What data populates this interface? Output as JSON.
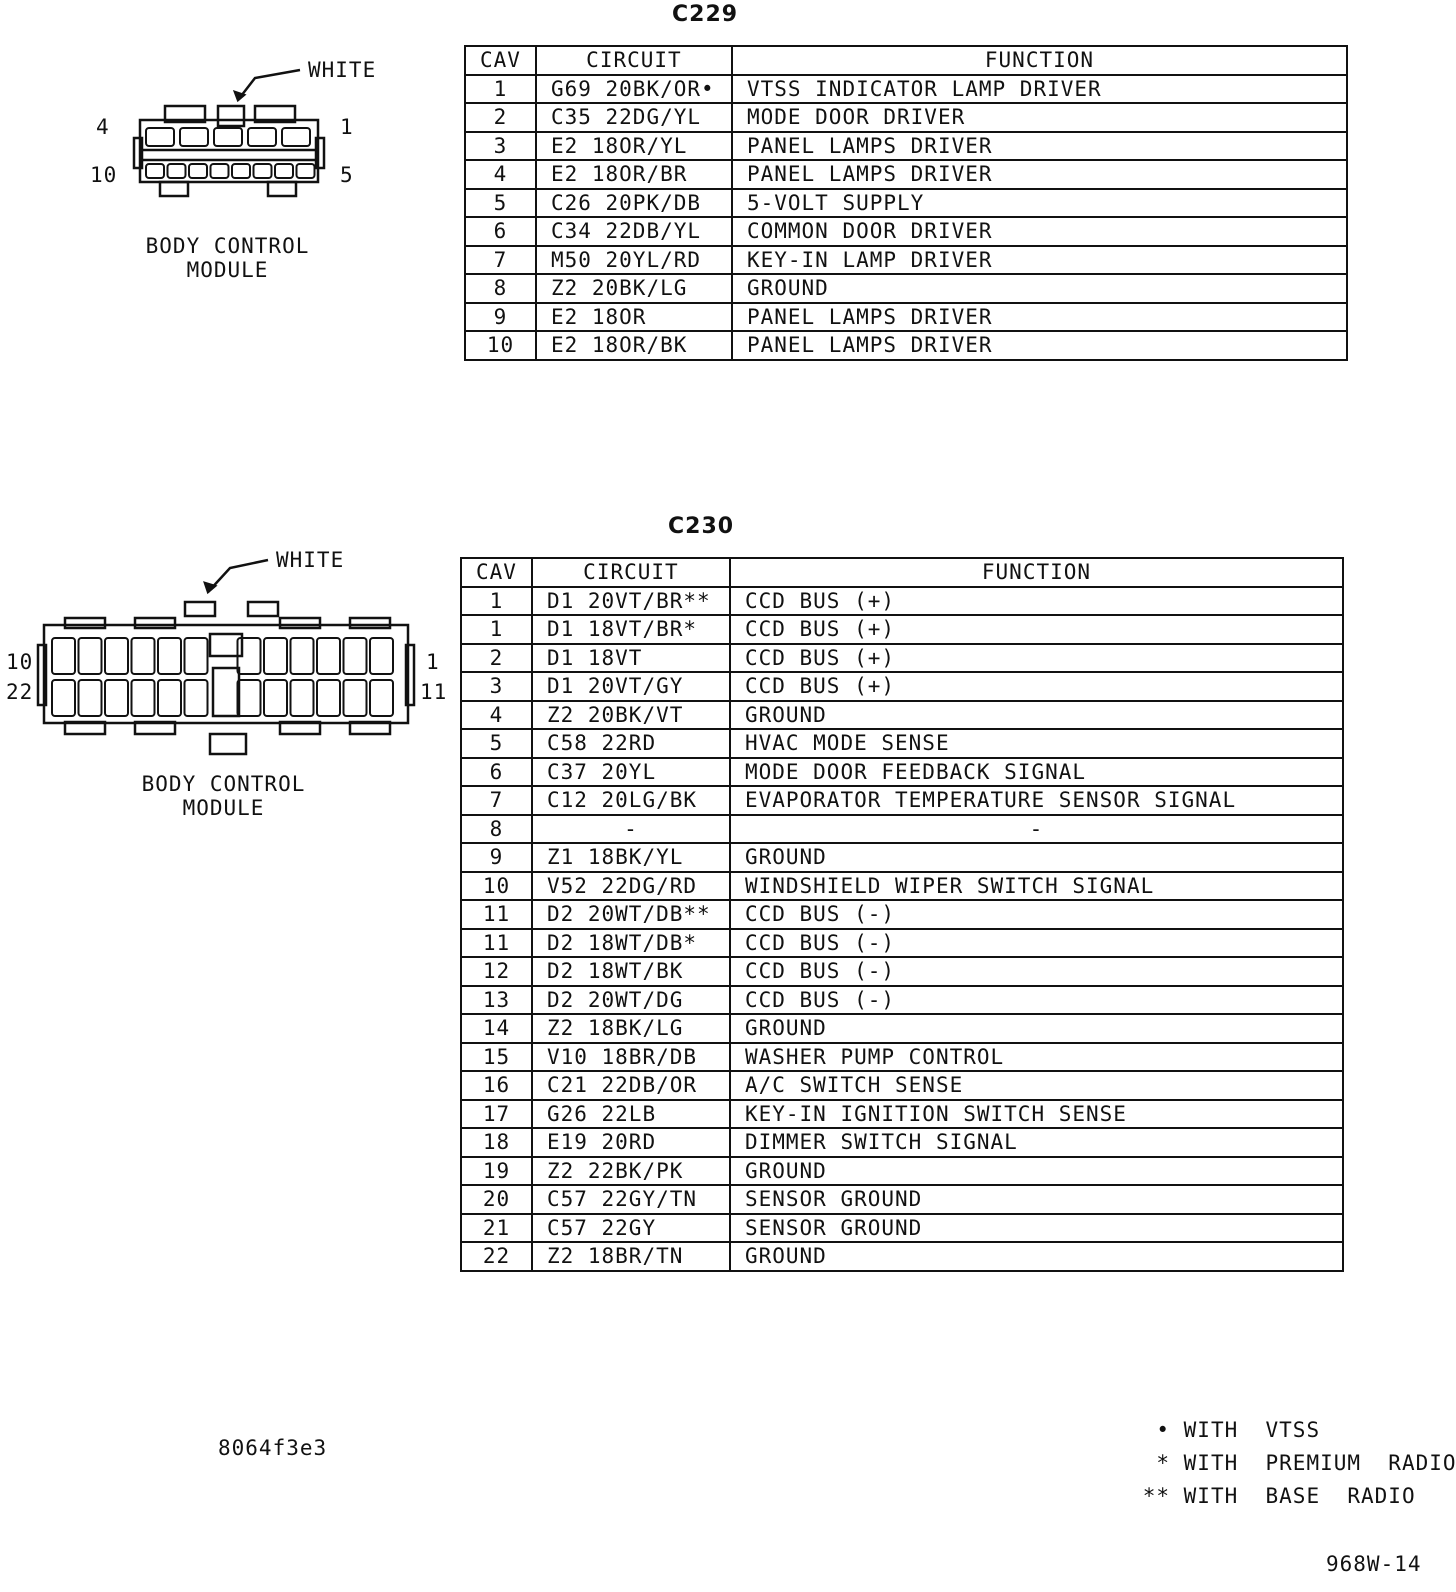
{
  "c229": {
    "title": "C229",
    "headers": {
      "cav": "CAV",
      "circuit": "CIRCUIT",
      "function": "FUNCTION"
    },
    "rows": [
      {
        "cav": "1",
        "circuit": "G69  20BK/OR•",
        "function": "VTSS  INDICATOR  LAMP  DRIVER"
      },
      {
        "cav": "2",
        "circuit": "C35  22DG/YL",
        "function": "MODE  DOOR  DRIVER"
      },
      {
        "cav": "3",
        "circuit": "E2  18OR/YL",
        "function": "PANEL  LAMPS  DRIVER"
      },
      {
        "cav": "4",
        "circuit": "E2  18OR/BR",
        "function": "PANEL  LAMPS  DRIVER"
      },
      {
        "cav": "5",
        "circuit": "C26  20PK/DB",
        "function": "5-VOLT  SUPPLY"
      },
      {
        "cav": "6",
        "circuit": "C34  22DB/YL",
        "function": "COMMON  DOOR  DRIVER"
      },
      {
        "cav": "7",
        "circuit": "M50  20YL/RD",
        "function": "KEY-IN  LAMP  DRIVER"
      },
      {
        "cav": "8",
        "circuit": "Z2  20BK/LG",
        "function": "GROUND"
      },
      {
        "cav": "9",
        "circuit": "E2  18OR",
        "function": "PANEL  LAMPS  DRIVER"
      },
      {
        "cav": "10",
        "circuit": "E2  18OR/BK",
        "function": "PANEL  LAMPS  DRIVER"
      }
    ],
    "diagram": {
      "color_label": "WHITE",
      "pins": {
        "top_left": "4",
        "top_right": "1",
        "bottom_left": "10",
        "bottom_right": "5"
      },
      "module_line1": "BODY  CONTROL",
      "module_line2": "MODULE"
    }
  },
  "c230": {
    "title": "C230",
    "headers": {
      "cav": "CAV",
      "circuit": "CIRCUIT",
      "function": "FUNCTION"
    },
    "rows": [
      {
        "cav": "1",
        "circuit": "D1  20VT/BR**",
        "function": "CCD  BUS  (+)"
      },
      {
        "cav": "1",
        "circuit": "D1  18VT/BR*",
        "function": "CCD  BUS  (+)"
      },
      {
        "cav": "2",
        "circuit": "D1  18VT",
        "function": "CCD  BUS  (+)"
      },
      {
        "cav": "3",
        "circuit": "D1  20VT/GY",
        "function": "CCD  BUS  (+)"
      },
      {
        "cav": "4",
        "circuit": "Z2  20BK/VT",
        "function": "GROUND"
      },
      {
        "cav": "5",
        "circuit": "C58  22RD",
        "function": "HVAC  MODE  SENSE"
      },
      {
        "cav": "6",
        "circuit": "C37  20YL",
        "function": "MODE  DOOR  FEEDBACK  SIGNAL"
      },
      {
        "cav": "7",
        "circuit": "C12  20LG/BK",
        "function": "EVAPORATOR  TEMPERATURE  SENSOR  SIGNAL"
      },
      {
        "cav": "8",
        "circuit": "-",
        "function": "-"
      },
      {
        "cav": "9",
        "circuit": "Z1  18BK/YL",
        "function": "GROUND"
      },
      {
        "cav": "10",
        "circuit": "V52  22DG/RD",
        "function": "WINDSHIELD  WIPER  SWITCH  SIGNAL"
      },
      {
        "cav": "11",
        "circuit": "D2  20WT/DB**",
        "function": "CCD  BUS  (-)"
      },
      {
        "cav": "11",
        "circuit": "D2  18WT/DB*",
        "function": "CCD  BUS  (-)"
      },
      {
        "cav": "12",
        "circuit": "D2  18WT/BK",
        "function": "CCD  BUS  (-)"
      },
      {
        "cav": "13",
        "circuit": "D2  20WT/DG",
        "function": "CCD  BUS  (-)"
      },
      {
        "cav": "14",
        "circuit": "Z2  18BK/LG",
        "function": "GROUND"
      },
      {
        "cav": "15",
        "circuit": "V10  18BR/DB",
        "function": "WASHER  PUMP  CONTROL"
      },
      {
        "cav": "16",
        "circuit": "C21  22DB/OR",
        "function": "A/C  SWITCH  SENSE"
      },
      {
        "cav": "17",
        "circuit": "G26  22LB",
        "function": "KEY-IN  IGNITION  SWITCH  SENSE"
      },
      {
        "cav": "18",
        "circuit": "E19  20RD",
        "function": "DIMMER  SWITCH  SIGNAL"
      },
      {
        "cav": "19",
        "circuit": "Z2  22BK/PK",
        "function": "GROUND"
      },
      {
        "cav": "20",
        "circuit": "C57  22GY/TN",
        "function": "SENSOR  GROUND"
      },
      {
        "cav": "21",
        "circuit": "C57  22GY",
        "function": "SENSOR  GROUND"
      },
      {
        "cav": "22",
        "circuit": "Z2  18BR/TN",
        "function": "GROUND"
      }
    ],
    "diagram": {
      "color_label": "WHITE",
      "pins": {
        "top_left": "10",
        "top_right": "1",
        "bottom_left": "22",
        "bottom_right": "11"
      },
      "module_line1": "BODY  CONTROL",
      "module_line2": "MODULE"
    }
  },
  "footer": {
    "image_id": "8064f3e3",
    "notes": [
      {
        "symbol": "•",
        "text": "WITH  VTSS"
      },
      {
        "symbol": " *",
        "text": "WITH  PREMIUM  RADIO"
      },
      {
        "symbol": "**",
        "text": "WITH  BASE  RADIO"
      }
    ],
    "figure_code": "968W-14"
  }
}
